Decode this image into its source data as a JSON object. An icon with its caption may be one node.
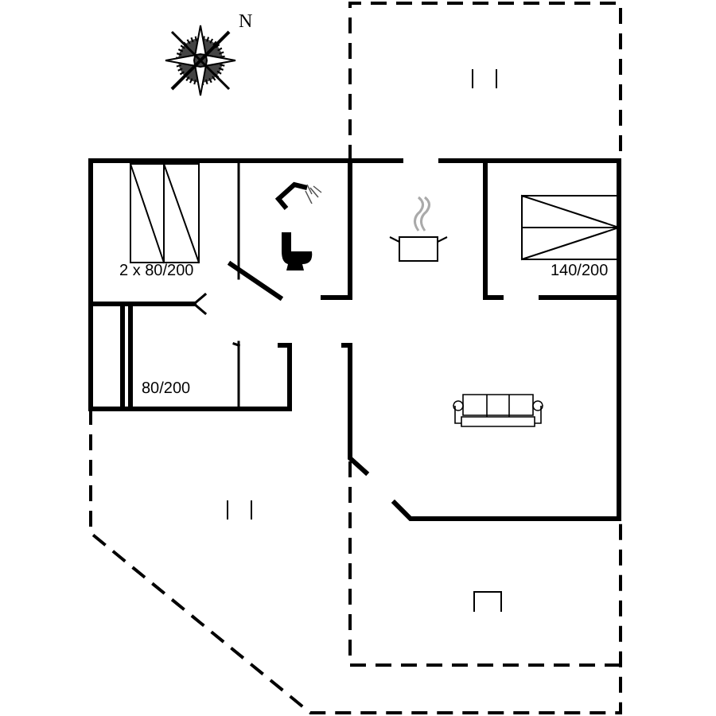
{
  "diagram": {
    "labels": [
      "N",
      "2 x 80/200",
      "140/200",
      "80/200"
    ]
  }
}
